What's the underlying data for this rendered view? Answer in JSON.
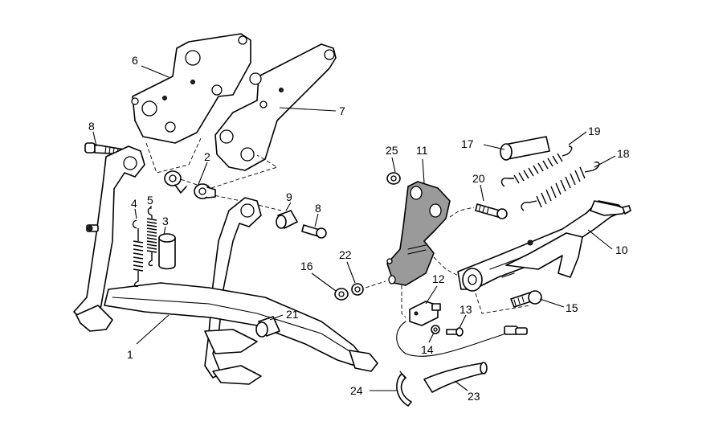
{
  "callouts": [
    {
      "id": "1",
      "text": "1"
    },
    {
      "id": "2",
      "text": "2"
    },
    {
      "id": "3",
      "text": "3"
    },
    {
      "id": "4",
      "text": "4"
    },
    {
      "id": "5",
      "text": "5"
    },
    {
      "id": "6",
      "text": "6"
    },
    {
      "id": "7",
      "text": "7"
    },
    {
      "id": "8a",
      "text": "8"
    },
    {
      "id": "8b",
      "text": "8"
    },
    {
      "id": "9",
      "text": "9"
    },
    {
      "id": "10",
      "text": "10"
    },
    {
      "id": "11",
      "text": "11"
    },
    {
      "id": "12",
      "text": "12"
    },
    {
      "id": "13",
      "text": "13"
    },
    {
      "id": "14",
      "text": "14"
    },
    {
      "id": "15",
      "text": "15"
    },
    {
      "id": "16",
      "text": "16"
    },
    {
      "id": "17",
      "text": "17"
    },
    {
      "id": "18",
      "text": "18"
    },
    {
      "id": "19",
      "text": "19"
    },
    {
      "id": "20",
      "text": "20"
    },
    {
      "id": "21",
      "text": "21"
    },
    {
      "id": "22",
      "text": "22"
    },
    {
      "id": "23",
      "text": "23"
    },
    {
      "id": "24",
      "text": "24"
    },
    {
      "id": "25",
      "text": "25"
    }
  ]
}
